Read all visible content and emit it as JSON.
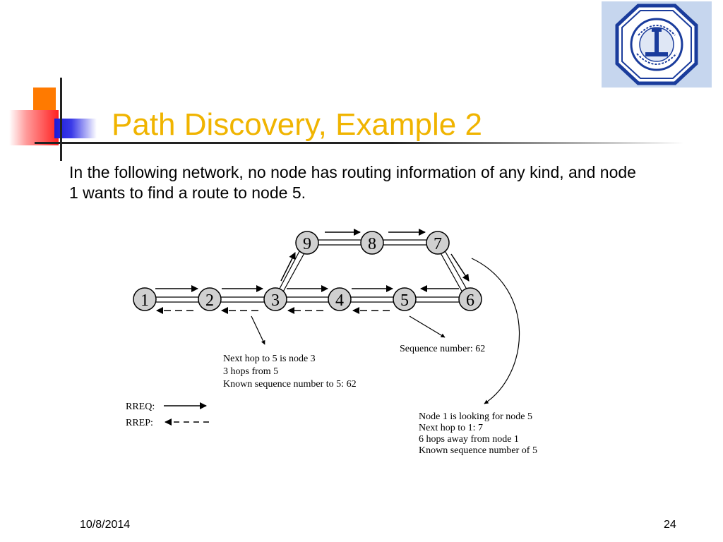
{
  "slide": {
    "title": "Path Discovery, Example 2",
    "body": "In the following network, no node has routing information of any kind, and node 1 wants to find a route to node 5."
  },
  "diagram": {
    "nodes": [
      "1",
      "2",
      "3",
      "4",
      "5",
      "6",
      "7",
      "8",
      "9"
    ],
    "note_node3": [
      "Next hop to 5 is node 3",
      "3 hops from 5",
      "Known sequence number  to 5: 62"
    ],
    "note_node5": "Sequence number: 62",
    "note_node6": [
      "Node 1 is looking for node 5",
      "Next hop to 1: 7",
      "6 hops away from node 1",
      "Known sequence number of 5"
    ],
    "legend": {
      "rreq": "RREQ:",
      "rrep": "RREP:"
    }
  },
  "footer": {
    "date": "10/8/2014",
    "page": "24"
  },
  "colors": {
    "title": "#f0b400",
    "logo_bg": "#c6d6ee",
    "logo_ring": "#1a3c9c"
  }
}
